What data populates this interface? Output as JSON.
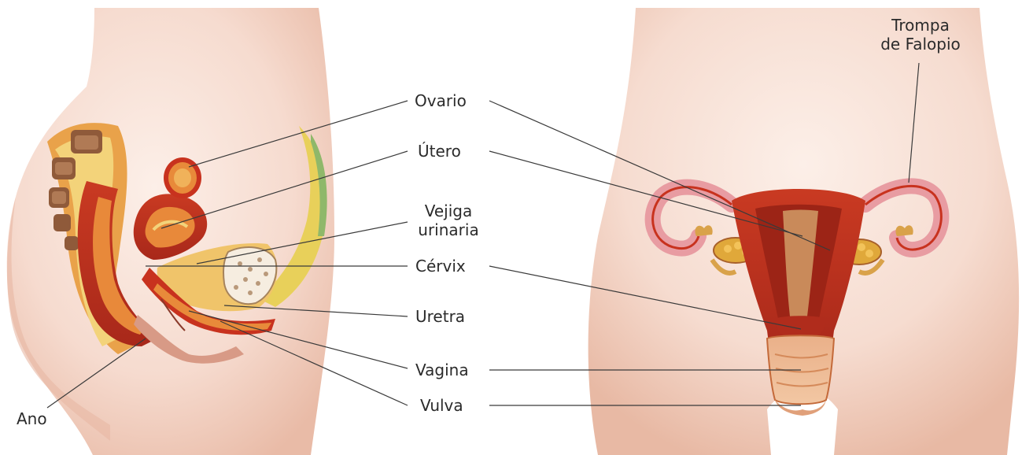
{
  "labels": {
    "ovario": "Ovario",
    "utero": "Útero",
    "vejiga_line1": "Vejiga",
    "vejiga_line2": "urinaria",
    "cervix": "Cérvix",
    "uretra": "Uretra",
    "vagina": "Vagina",
    "vulva": "Vulva",
    "ano": "Ano",
    "trompa_line1": "Trompa",
    "trompa_line2": "de Falopio"
  },
  "colors": {
    "skin_light": "#fbe9e0",
    "skin_mid": "#f2cdbd",
    "skin_shadow": "#e3b29c",
    "muscle_red": "#c8321e",
    "tissue_orange": "#e88a3a",
    "tissue_yellow": "#e9c44a",
    "tube_pink": "#e79aa0",
    "leader_line": "#3a3a3a"
  }
}
